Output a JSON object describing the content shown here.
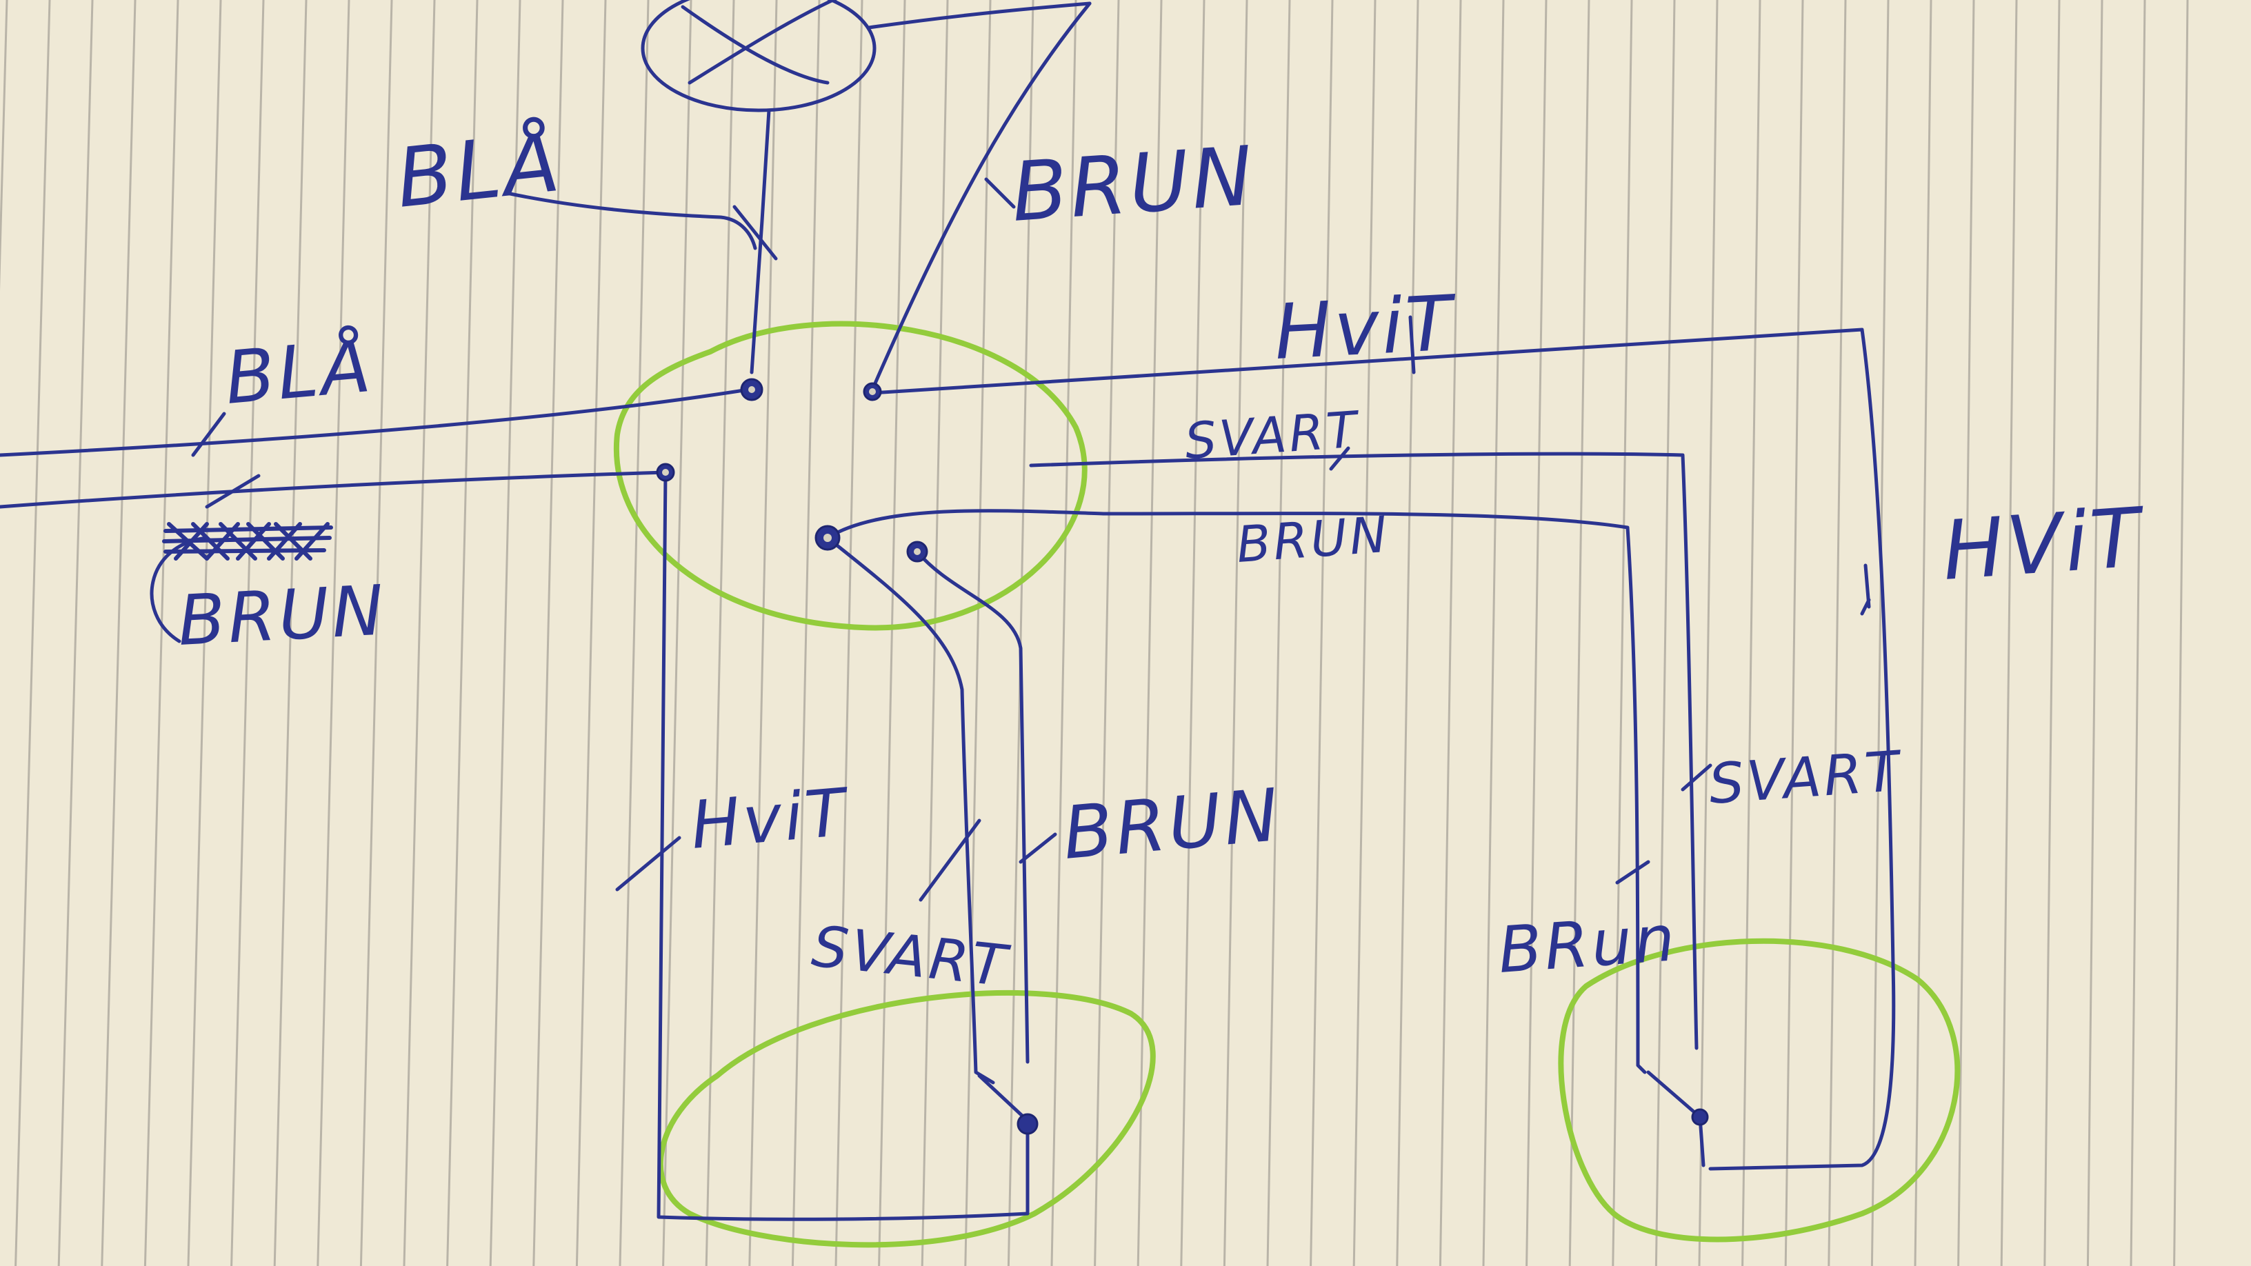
{
  "diagram": {
    "colors": {
      "ink": "#2b3490",
      "junction_marker": "#93cc3c",
      "paper": "#efe9d6",
      "ruling": "#b9b4a8"
    },
    "labels": {
      "lamp_bla": "BLÅ",
      "lamp_brun": "BRUN",
      "feed_bla": "BLÅ",
      "feed_brun": "BRUN",
      "top_hvit": "HviT",
      "right_hvit": "HViT",
      "mid_svart": "SVART",
      "mid_brun": "BRUN",
      "left_hvit": "HviT",
      "center_brun": "BRUN",
      "center_svart": "SVART",
      "right_svart": "SVART",
      "right_brun": "BRun"
    }
  }
}
